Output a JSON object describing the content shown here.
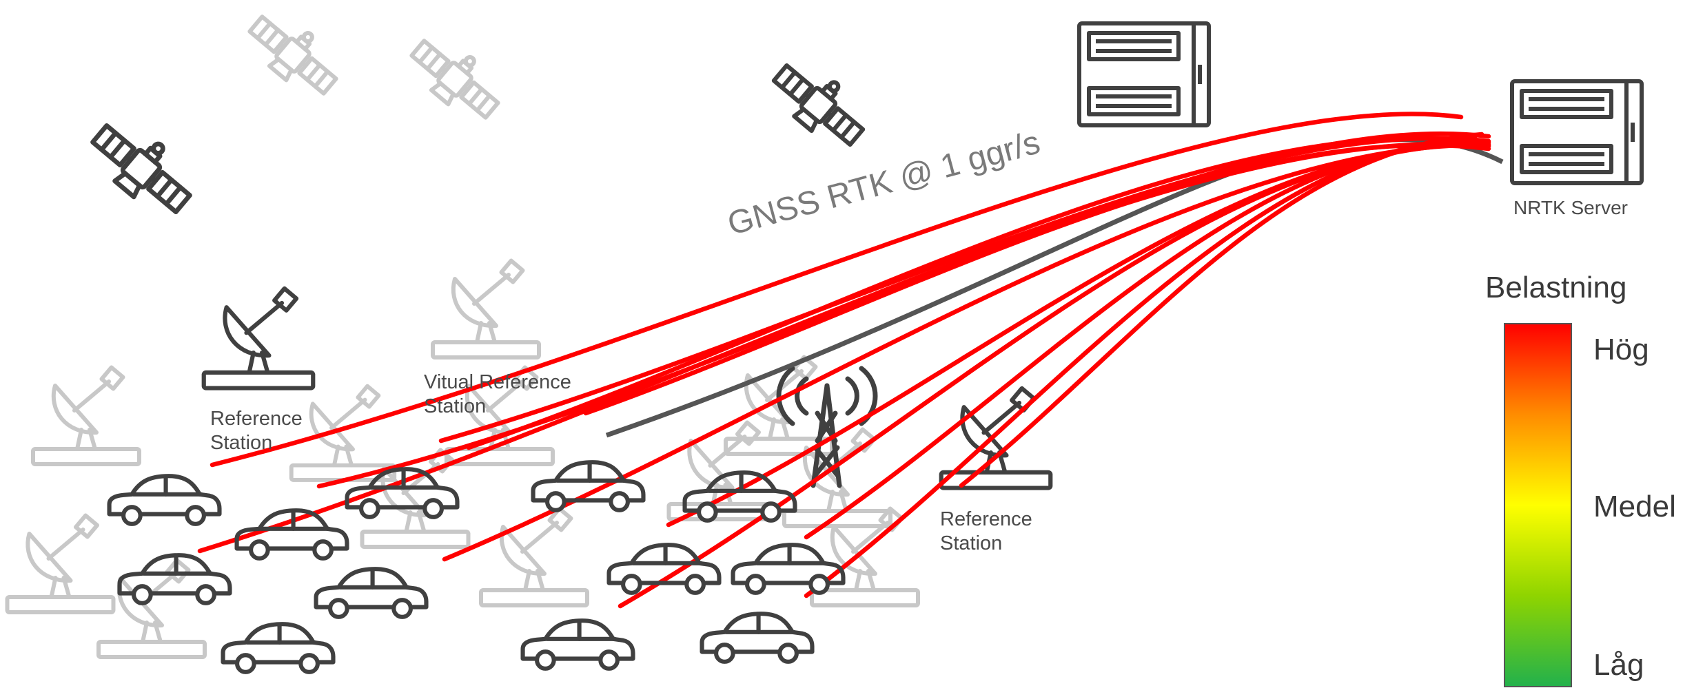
{
  "labels": {
    "vrs": "Vitual Reference\nStation",
    "ref_station_left": "Reference\nStation",
    "ref_station_right": "Reference\nStation",
    "server": "NRTK Server",
    "gnss_link": "GNSS RTK @ 1 ggr/s"
  },
  "legend": {
    "title": "Belastning",
    "high": "Hög",
    "medium": "Medel",
    "low": "Låg"
  },
  "colors": {
    "link_red": "#ff0000",
    "link_gray": "#555555",
    "icon_dark": "#404040",
    "icon_light": "#c8c8c8",
    "scale_high": "#ff0000",
    "scale_mid": "#ffff00",
    "scale_low": "#22b14c"
  },
  "icons": {
    "satellite": "satellite-icon",
    "dish": "satellite-dish-icon",
    "car": "car-icon",
    "server": "server-icon",
    "tower": "cell-tower-icon"
  }
}
